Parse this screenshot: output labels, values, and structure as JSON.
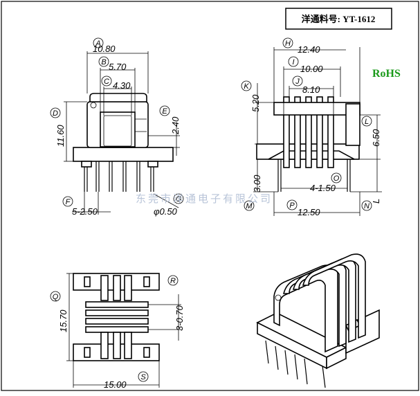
{
  "title_block": {
    "label": "洋通料号: YT-1612"
  },
  "rohs": "RoHS",
  "watermark": "东莞市洋通电子有限公司",
  "dimensions": {
    "A": {
      "letter": "A",
      "value": "10.80"
    },
    "B": {
      "letter": "B",
      "value": "5.70"
    },
    "C": {
      "letter": "C",
      "value": "4.30"
    },
    "D": {
      "letter": "D",
      "value": "11.60"
    },
    "E": {
      "letter": "E",
      "value": "2.40"
    },
    "F": {
      "letter": "F",
      "value": "5-2.50"
    },
    "G": {
      "letter": "G",
      "value": "φ0.50"
    },
    "H": {
      "letter": "H",
      "value": "12.40"
    },
    "I": {
      "letter": "I",
      "value": "10.00"
    },
    "J": {
      "letter": "J",
      "value": "8.10"
    },
    "K": {
      "letter": "K",
      "value": "5.20"
    },
    "L": {
      "letter": "L",
      "value": "6.50"
    },
    "M": {
      "letter": "M",
      "value": "3.00"
    },
    "N": {
      "letter": "N",
      "value": "L"
    },
    "O": {
      "letter": "O",
      "value": "4-1.50"
    },
    "P": {
      "letter": "P",
      "value": "12.50"
    },
    "Q": {
      "letter": "Q",
      "value": "15.70"
    },
    "R": {
      "letter": "R",
      "value": "3-0.70"
    },
    "S": {
      "letter": "S",
      "value": "15.00"
    }
  }
}
